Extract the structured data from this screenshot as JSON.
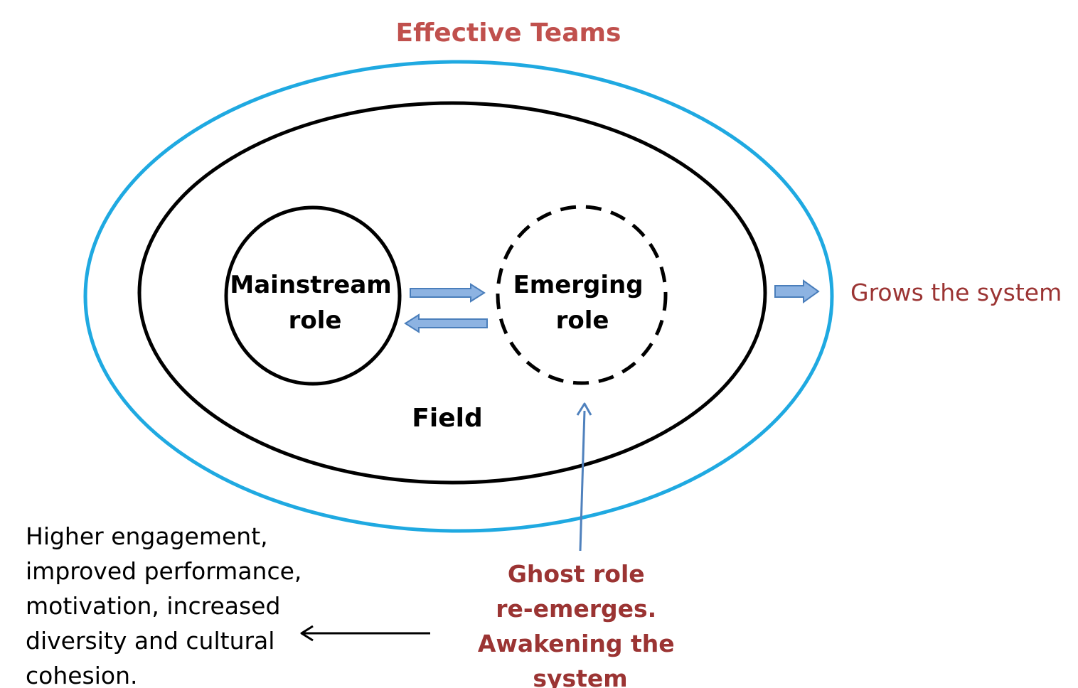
{
  "title": "Effective Teams",
  "field_label": "Field",
  "mainstream_role": {
    "line1": "Mainstream",
    "line2": "role"
  },
  "emerging_role": {
    "line1": "Emerging",
    "line2": "role"
  },
  "grows_label": "Grows the system",
  "ghost_role": {
    "lines": [
      "Ghost role",
      "re-emerges.",
      "Awakening the",
      "system"
    ]
  },
  "outcomes": {
    "lines": [
      "Higher engagement,",
      "improved performance,",
      "motivation, increased",
      "diversity and cultural",
      "cohesion."
    ]
  },
  "colors": {
    "title": "#c0504d",
    "accent_red": "#9b3433",
    "outer_ellipse": "#1fa9e1",
    "block_arrow_fill": "#8db3e2",
    "block_arrow_stroke": "#4a7ebb",
    "thin_arrow": "#4f81bd"
  }
}
